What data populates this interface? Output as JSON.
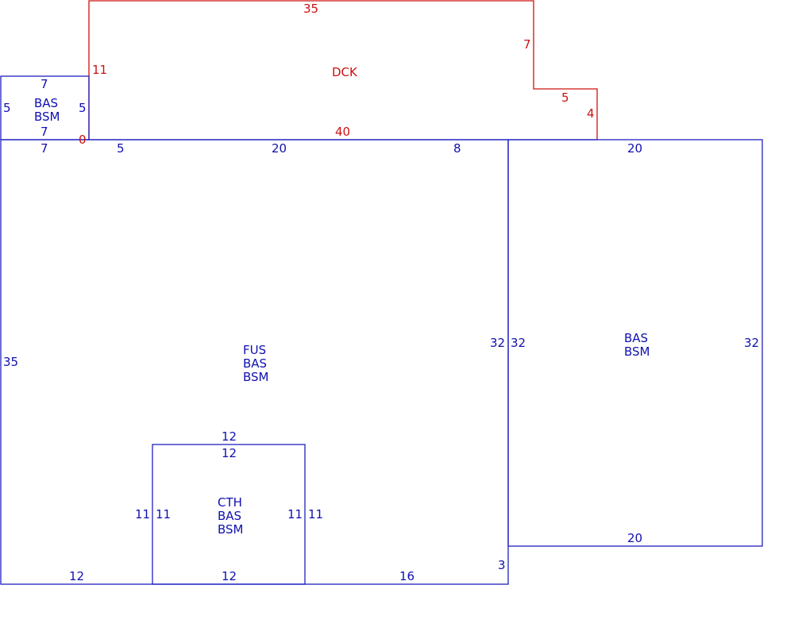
{
  "colors": {
    "living": "#1010b0",
    "deck": "#cc1111"
  },
  "areas": {
    "main": [
      "FUS",
      "BAS",
      "BSM"
    ],
    "small_left": [
      "BAS",
      "BSM"
    ],
    "right": [
      "BAS",
      "BSM"
    ],
    "bay": [
      "CTH",
      "BAS",
      "BSM"
    ],
    "deck": [
      "DCK"
    ]
  },
  "dims": {
    "small_top": "7",
    "small_left": "5",
    "small_right": "5",
    "small_bottom": "7",
    "main_top_a": "7",
    "main_top_b": "5",
    "main_top_c": "20",
    "main_top_d": "8",
    "main_left": "35",
    "main_right": "32",
    "main_bottom_right_step": "3",
    "main_bottom_a": "12",
    "main_bottom_b": "12",
    "main_bottom_c": "16",
    "bay_top_out": "12",
    "bay_top_in": "12",
    "bay_left_out": "11",
    "bay_left_in": "11",
    "bay_right_in": "11",
    "bay_right_out": "11",
    "right_top": "20",
    "right_left": "32",
    "right_right": "32",
    "right_bottom": "20",
    "deck_top": "35",
    "deck_left": "11",
    "deck_right_upper": "7",
    "deck_step": "5",
    "deck_right_lower": "4",
    "deck_bottom": "40",
    "deck_zero": "0"
  }
}
